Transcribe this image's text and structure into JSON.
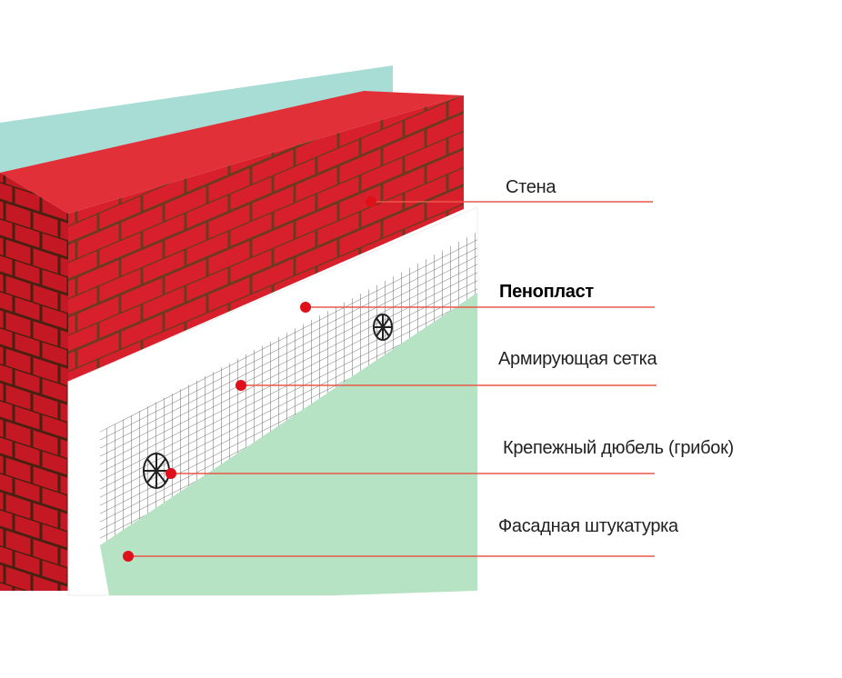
{
  "labels": {
    "wall": "Стена",
    "foam": "Пенопласт",
    "mesh": "Армирующая сетка",
    "dowel": "Крепежный дюбель (грибок)",
    "plaster": "Фасадная штукатурка"
  },
  "colors": {
    "brick": "#d8202c",
    "mortar": "#6b3a20",
    "backing": "#a8ddd6",
    "foam": "#ffffff",
    "plaster": "#b6e3c4",
    "leader": "#e8584a",
    "dot": "#e0101a"
  }
}
